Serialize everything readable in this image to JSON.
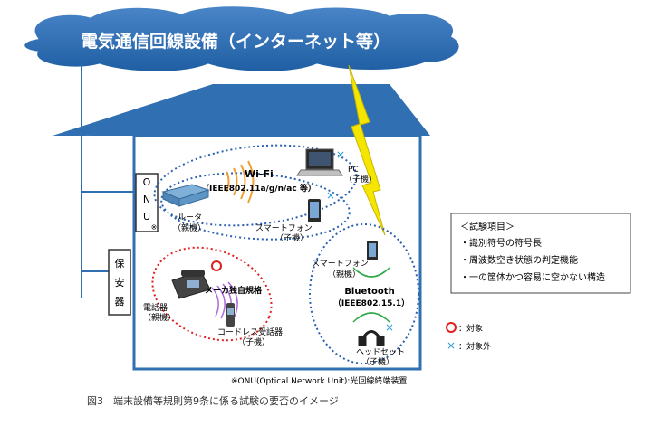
{
  "cloud": {
    "label": "電気通信回線設備（インターネット等）",
    "color": "#2f6fb2"
  },
  "house": {
    "roof_color": "#2f6fb2",
    "wall_color": "#2f6fb2"
  },
  "onu": {
    "label_chars": [
      "O",
      "N",
      "U"
    ],
    "mark": "※"
  },
  "hoanki": {
    "label_chars": [
      "保",
      "安",
      "器"
    ]
  },
  "router": {
    "label1": "ルータ",
    "label2": "（親機）"
  },
  "wifi": {
    "title": "Wi-Fi",
    "std": "（IEEE802.11a/g/n/ac 等）",
    "wave_color": "#f0a030"
  },
  "pc": {
    "label1": "PC",
    "label2": "（子機）"
  },
  "smartphone_child": {
    "label1": "スマートフォン",
    "label2": "（子機）"
  },
  "phone": {
    "label1": "電話器",
    "label2": "（親機）"
  },
  "maker": {
    "label": "メーカ独自規格",
    "wave_color": "#b06adf"
  },
  "cordless": {
    "label1": "コードレス受話器",
    "label2": "（子機）"
  },
  "bt": {
    "parent_label1": "スマートフォン",
    "parent_label2": "（親機）",
    "title": "Bluetooth",
    "std": "（IEEE802.15.1）",
    "wave_color": "#2ea84a",
    "headset_label1": "ヘッドセット",
    "headset_label2": "（子機）"
  },
  "test_box": {
    "title": "＜試験項目＞",
    "items": [
      "・識別符号の符号長",
      "・周波数空き状態の判定機能",
      "・一の筐体かつ容易に空かない構造"
    ]
  },
  "legend": {
    "target_mark": "○",
    "target_label": "：対象",
    "target_color": "#e02020",
    "excluded_mark": "×",
    "excluded_label": "：対象外",
    "excluded_color": "#2a9ad8"
  },
  "footnote": "※ONU(Optical Network Unit):光回線終端装置",
  "caption": "図3　端末設備等規則第9条に係る試験の要否のイメージ"
}
